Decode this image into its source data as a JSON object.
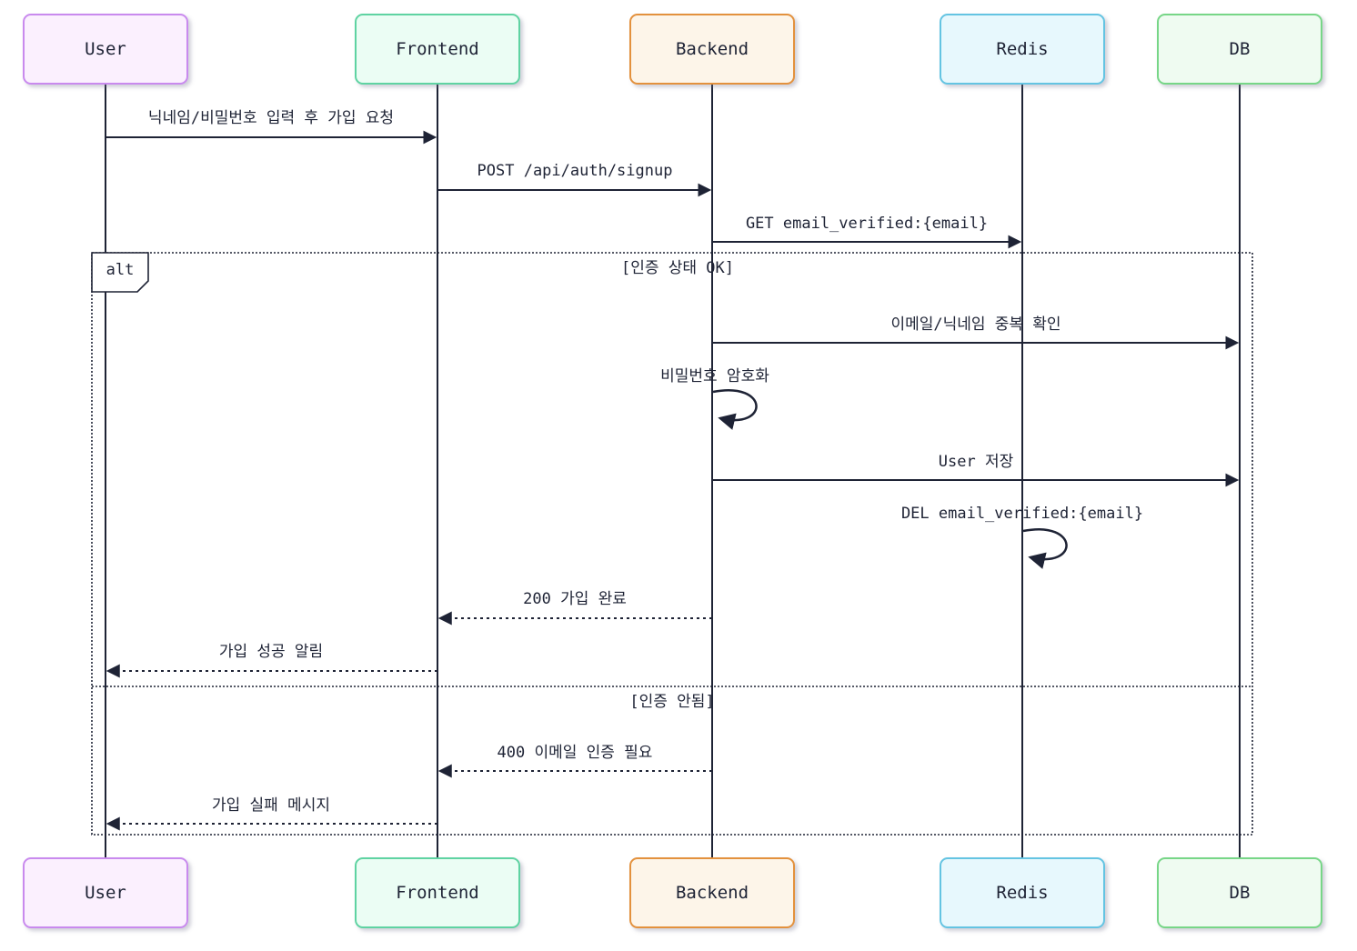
{
  "diagram": {
    "type": "sequence",
    "actors": [
      {
        "id": "user",
        "label": "User",
        "fill": "#fbf0fe",
        "border": "#c98aee"
      },
      {
        "id": "frontend",
        "label": "Frontend",
        "fill": "#ebfdf4",
        "border": "#5fd3a2"
      },
      {
        "id": "backend",
        "label": "Backend",
        "fill": "#fdf5e9",
        "border": "#e3913d"
      },
      {
        "id": "redis",
        "label": "Redis",
        "fill": "#e7f8fd",
        "border": "#64c4e2"
      },
      {
        "id": "db",
        "label": "DB",
        "fill": "#effbf1",
        "border": "#77d687"
      }
    ],
    "messages": [
      {
        "from": "user",
        "to": "frontend",
        "style": "solid",
        "text": "닉네임/비밀번호 입력 후 가입 요청"
      },
      {
        "from": "frontend",
        "to": "backend",
        "style": "solid",
        "text": "POST /api/auth/signup"
      },
      {
        "from": "backend",
        "to": "redis",
        "style": "solid",
        "text": "GET email_verified:{email}"
      },
      {
        "from": "backend",
        "to": "db",
        "style": "solid",
        "text": "이메일/닉네임 중복 확인"
      },
      {
        "from": "backend",
        "to": "backend",
        "style": "self",
        "text": "비밀번호 암호화"
      },
      {
        "from": "backend",
        "to": "db",
        "style": "solid",
        "text": "User 저장"
      },
      {
        "from": "redis",
        "to": "redis",
        "style": "self",
        "text": "DEL email_verified:{email}"
      },
      {
        "from": "backend",
        "to": "frontend",
        "style": "dashed",
        "text": "200 가입 완료"
      },
      {
        "from": "frontend",
        "to": "user",
        "style": "dashed",
        "text": "가입 성공 알림"
      },
      {
        "from": "backend",
        "to": "frontend",
        "style": "dashed",
        "text": "400 이메일 인증 필요"
      },
      {
        "from": "frontend",
        "to": "user",
        "style": "dashed",
        "text": "가입 실패 메시지"
      }
    ],
    "alt": {
      "label": "alt",
      "conditions": [
        "[인증 상태 OK]",
        "[인증 안됨]"
      ]
    },
    "colors": {
      "line": "#1e2335",
      "text": "#1e2335",
      "background": "#ffffff"
    }
  }
}
